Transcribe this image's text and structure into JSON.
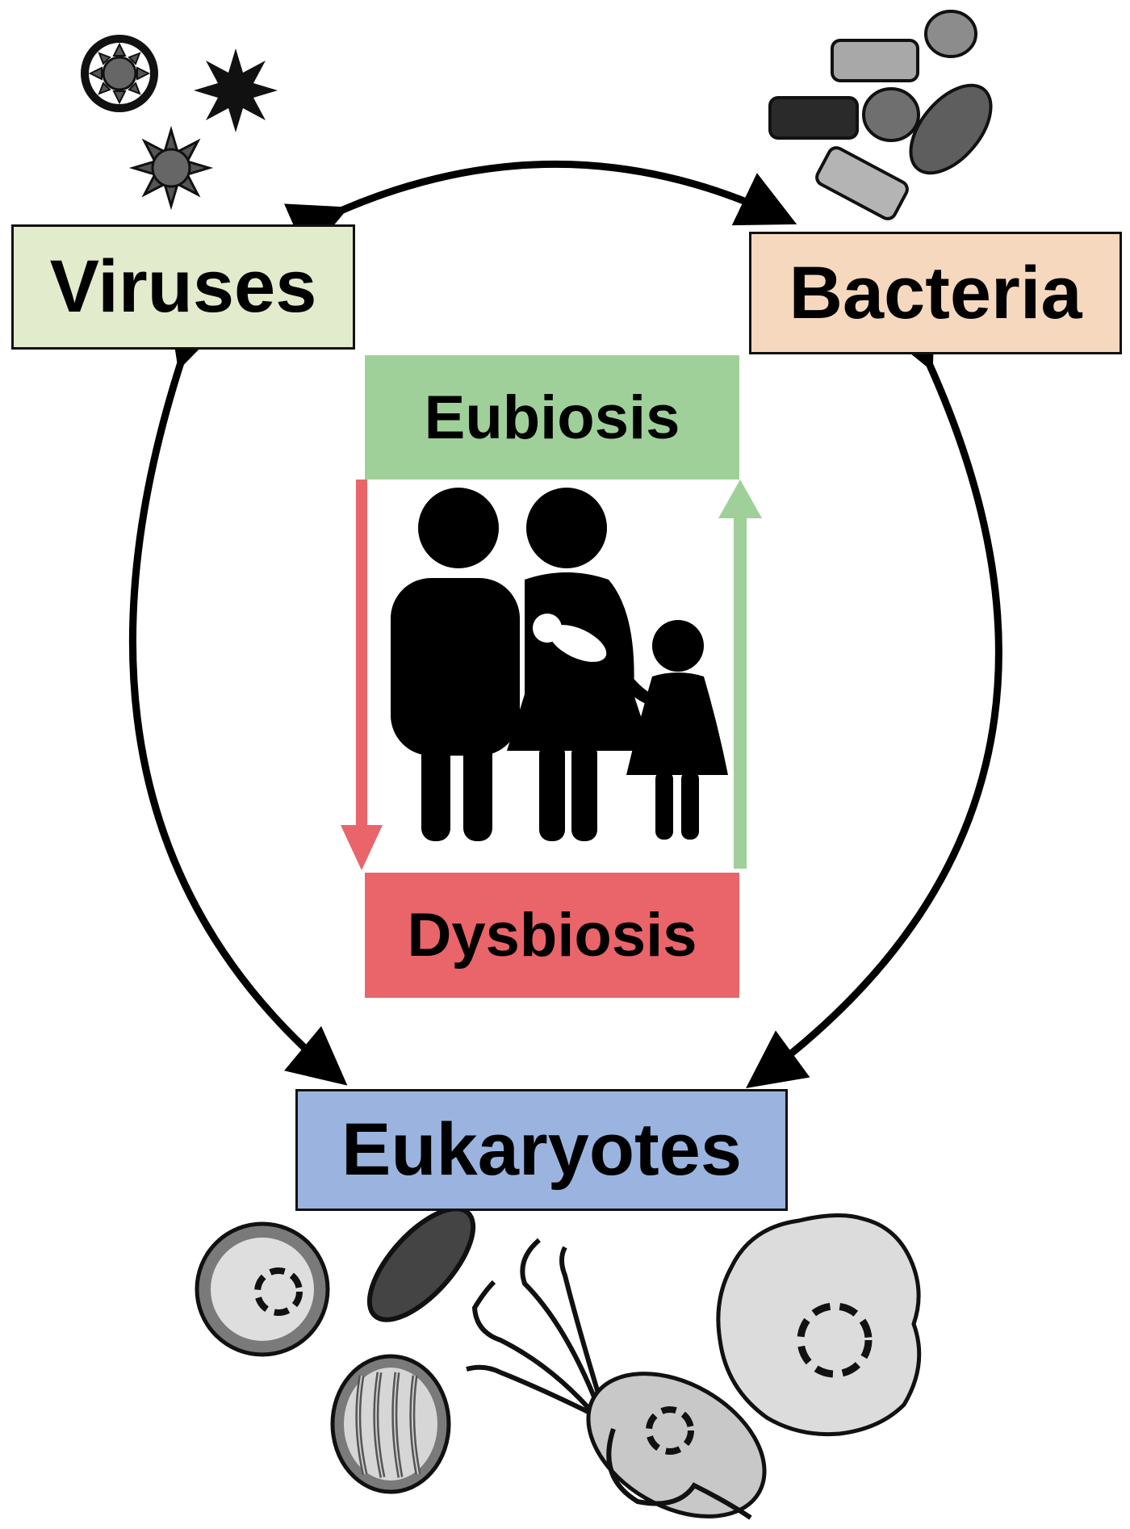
{
  "nodes": {
    "viruses": "Viruses",
    "bacteria": "Bacteria",
    "eukaryotes": "Eukaryotes"
  },
  "states": {
    "eubiosis": "Eubiosis",
    "dysbiosis": "Dysbiosis"
  },
  "colors": {
    "viruses_fill": "#e2ebcc",
    "bacteria_fill": "#f6d8bf",
    "eukaryotes_fill": "#9ab4df",
    "eubiosis_fill": "#a0d09a",
    "dysbiosis_fill": "#e9656a",
    "arrow_down": "#e9656a",
    "arrow_up": "#a0d09a",
    "cycle_arrows": "#000000"
  },
  "icons": {
    "top_left": "virus-icons",
    "top_right": "bacteria-icons",
    "center": "family-icon",
    "bottom": "eukaryote-cell-icons"
  }
}
